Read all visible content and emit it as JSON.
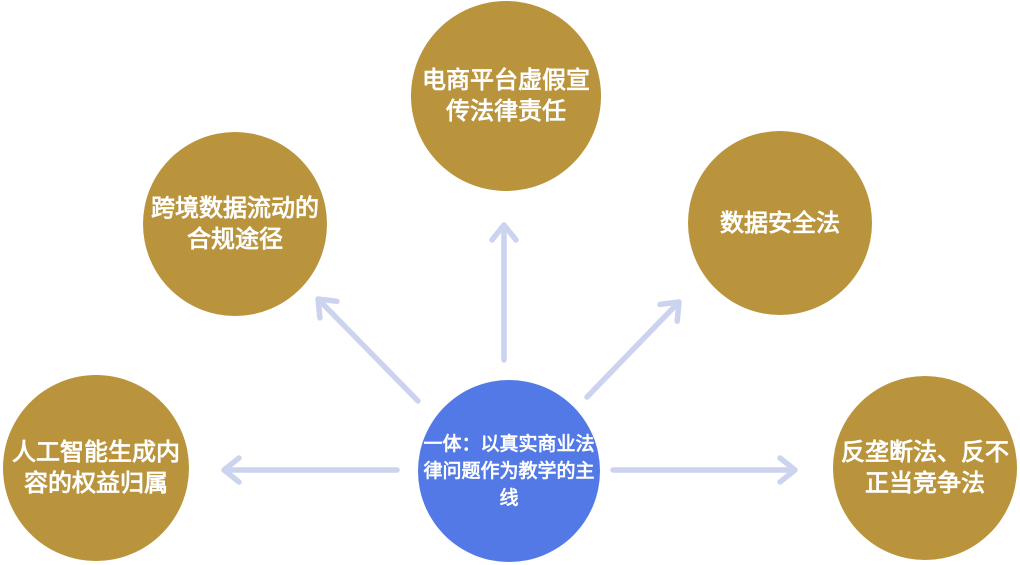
{
  "diagram": {
    "center": {
      "label": "一体：以真实商业法\n律问题作为教学的主\n线"
    },
    "satellites": [
      {
        "id": "top",
        "label": "电商平台虚假宣\n传法律责任"
      },
      {
        "id": "upper-left",
        "label": "跨境数据流动的\n合规途径"
      },
      {
        "id": "upper-right",
        "label": "数据安全法"
      },
      {
        "id": "left",
        "label": "人工智能生成内\n容的权益归属"
      },
      {
        "id": "right",
        "label": "反垄断法、反不\n正当竞争法"
      }
    ],
    "colors": {
      "satellite": "#b9943c",
      "center": "#5379e6",
      "arrow": "#ccd3ee",
      "text": "#ffffff",
      "background": "#ffffff"
    }
  }
}
